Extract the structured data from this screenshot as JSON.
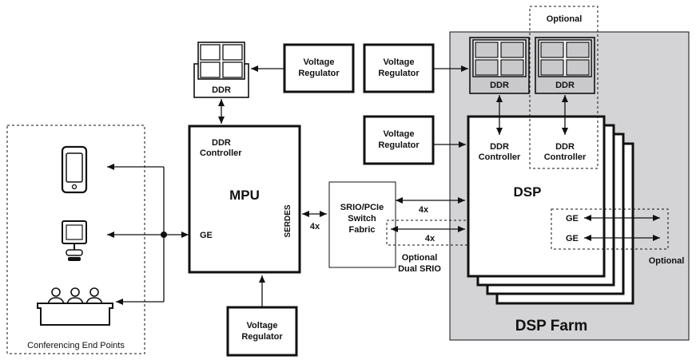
{
  "colors": {
    "ink": "#111111",
    "farm_fill": "#d4d4d6",
    "ddr_fill": "#c9c9cc",
    "white": "#ffffff"
  },
  "labels": {
    "conferencing": "Conferencing End Points",
    "mpu": "MPU",
    "ddr_controller_1": "DDR",
    "ddr_controller_2": "Controller",
    "ge": "GE",
    "serdes": "SERDES",
    "four_x": "4x",
    "ddr": "DDR",
    "voltage": "Voltage",
    "regulator": "Regulator",
    "switch_line1": "SRIO/PCIe",
    "switch_line2": "Switch",
    "switch_line3": "Fabric",
    "optional": "Optional",
    "dual_srio": "Dual SRIO",
    "dsp": "DSP",
    "dsp_farm": "DSP Farm"
  },
  "icons": {
    "phone": "mobile-phone-icon",
    "computer": "computer-terminal-icon",
    "conference": "conference-table-icon"
  }
}
